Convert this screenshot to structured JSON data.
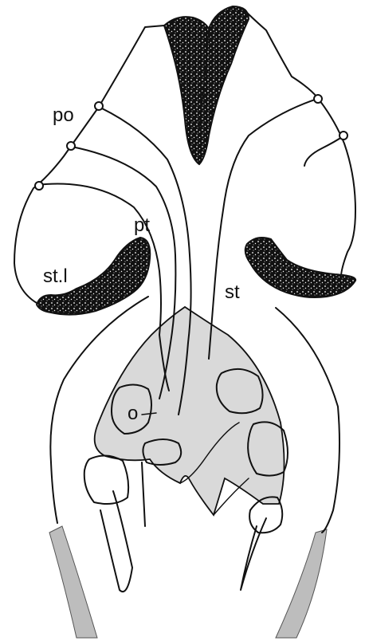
{
  "labels": {
    "po": "po",
    "pt": "pt",
    "stl": "st.l",
    "st": "st",
    "o": "o"
  },
  "colors": {
    "ink": "#111111",
    "shaded_region": "#d9d9d9",
    "side_bands": "#bdbdbd",
    "stipple_fill": "#111111",
    "background": "#ffffff"
  }
}
